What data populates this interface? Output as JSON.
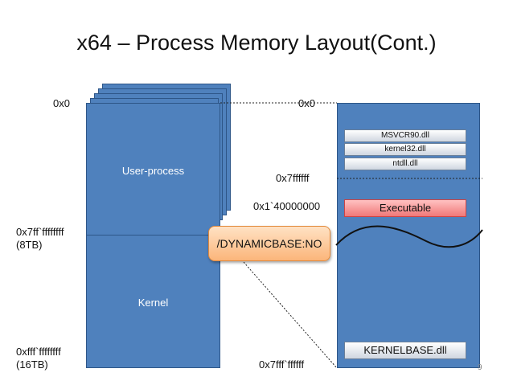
{
  "title": "x64 – Process Memory Layout(Cont.)",
  "left": {
    "addr_top": "0x0",
    "addr_mid": "0x7ff`ffffffff",
    "addr_mid_size": "(8TB)",
    "addr_bottom": "0xfff`ffffffff",
    "addr_bottom_size": "(16TB)",
    "user_label": "User-process",
    "kernel_label": "Kernel"
  },
  "right": {
    "addr_top": "0x0",
    "addr_7fffffff": "0x7ffffff",
    "addr_140000000": "0x1`40000000",
    "addr_bottom": "0x7fff`ffffff",
    "dlls": [
      "MSVCR90.dll",
      "kernel32.dll",
      "ntdll.dll"
    ],
    "executable": "Executable",
    "kernelbase": "KERNELBASE.dll"
  },
  "callout": "/DYNAMICBASE:NO",
  "page_number": "9",
  "colors": {
    "region_fill": "#4f81bd",
    "executable_fill": "#f07878",
    "callout_fill": "#fbb57a"
  }
}
